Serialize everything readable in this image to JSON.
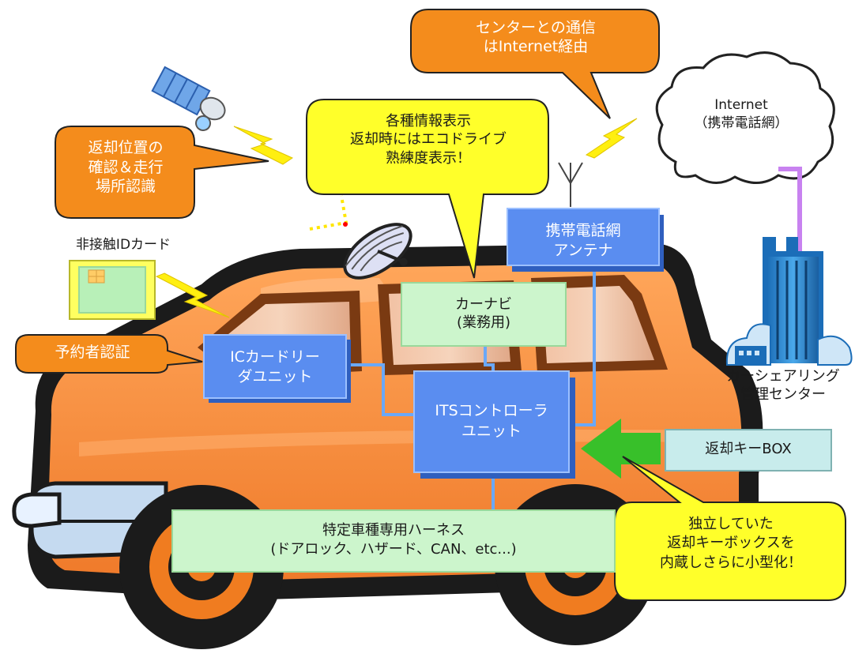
{
  "colors": {
    "car_body": "#f68a3c",
    "car_outline": "#1b1b1b",
    "window": "#e8b79a",
    "blue_box": "#5a8df0",
    "green_box": "#ccf5cc",
    "orange_callout": "#f48c1c",
    "yellow_callout": "#ffff2a",
    "key_box": "#c8ecec",
    "arrow_green": "#38c02a",
    "purple_line": "#c882f0"
  },
  "icons": [
    "satellite-icon",
    "gps-dish-icon",
    "antenna-icon",
    "cloud-icon",
    "building-icon",
    "ic-card-icon",
    "lightning-icon",
    "arrow-icon"
  ],
  "labels": {
    "internet_cloud": "Internet\n（携帯電話網）",
    "car_sharing_center": "カーシェアリング\n管理センター",
    "ic_card": "非接触IDカード"
  },
  "blocks": {
    "ic_reader": "ICカードリー\nダユニット",
    "mobile_antenna": "携帯電話網\nアンテナ",
    "its_controller": "ITSコントローラ\nユニット",
    "car_navi": "カーナビ\n(業務用)",
    "harness": "特定車種専用ハーネス\n(ドアロック、ハザード、CAN、etc...)",
    "return_key_box": "返却キーBOX"
  },
  "callouts": {
    "center_comm": "センターとの通信\nはInternet経由",
    "info_display": "各種情報表示\n返却時にはエコドライブ\n熟練度表示！",
    "return_position": "返却位置の\n確認＆走行\n場所認識",
    "reservation_auth": "予約者認証",
    "integrated_key": "独立していた\n返却キーボックスを\n内蔵しさらに小型化！"
  }
}
